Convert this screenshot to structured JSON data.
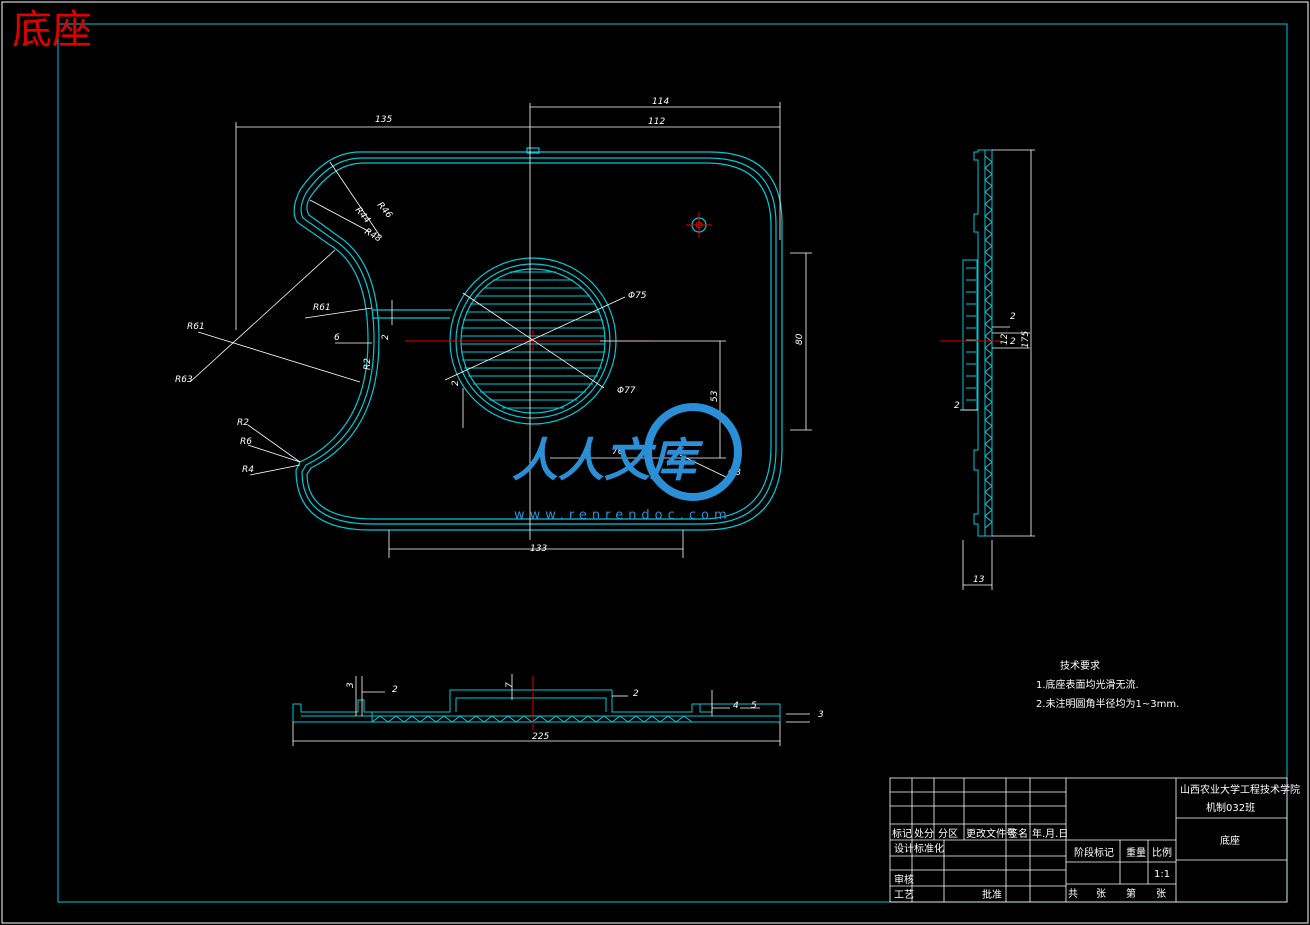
{
  "title": "底座",
  "plan_view": {
    "dims": {
      "d135": "135",
      "d114": "114",
      "d112": "112",
      "d133": "133",
      "d80": "80",
      "d53": "53",
      "d76": "76",
      "d6": "6",
      "d2a": "2",
      "d2b": "2",
      "r44": "R44",
      "r46": "R46",
      "r48": "R48",
      "r61a": "R61",
      "r61b": "R61",
      "r63": "R63",
      "r2": "R2",
      "r6": "R6",
      "r4": "R4",
      "r2b": "R2",
      "phi75": "Φ75",
      "phi77": "Φ77",
      "phi8": "Φ8"
    }
  },
  "side_view": {
    "dims": {
      "d175": "175",
      "d13": "13",
      "d2a": "2",
      "d2b": "2",
      "d12": "12",
      "d2c": "2"
    }
  },
  "section_view": {
    "dims": {
      "d3a": "3",
      "d2a": "2",
      "d7": "7",
      "d2b": "2",
      "d4": "4",
      "d5": "5",
      "d3b": "3",
      "d225": "225"
    }
  },
  "tech_requirements": {
    "heading": "技术要求",
    "item1": "1.底座表面均光滑无流.",
    "item2": "2.未注明圆角半径均为1~3mm."
  },
  "title_block": {
    "school": "山西农业大学工程技术学院",
    "class": "机制032班",
    "part_name": "底座",
    "rev_headers": [
      "标记",
      "处分",
      "分区",
      "更改文件号",
      "签名",
      "年.月.日"
    ],
    "design": "设计",
    "standardize": "标准化",
    "review": "审核",
    "process": "工艺",
    "approve": "批准",
    "stage_mark": "阶段标记",
    "weight": "重量",
    "scale": "比例",
    "scale_value": "1:1",
    "total": "共",
    "sheets": "张",
    "page": "第",
    "sheet": "张"
  },
  "watermark": {
    "text": "人人文库",
    "url": "www.renrendoc.com"
  },
  "colors": {
    "outline": "#00c8d8",
    "dims": "#ffffff",
    "center": "#e00000",
    "title": "#e00000",
    "watermark": "#2a8fd6"
  }
}
